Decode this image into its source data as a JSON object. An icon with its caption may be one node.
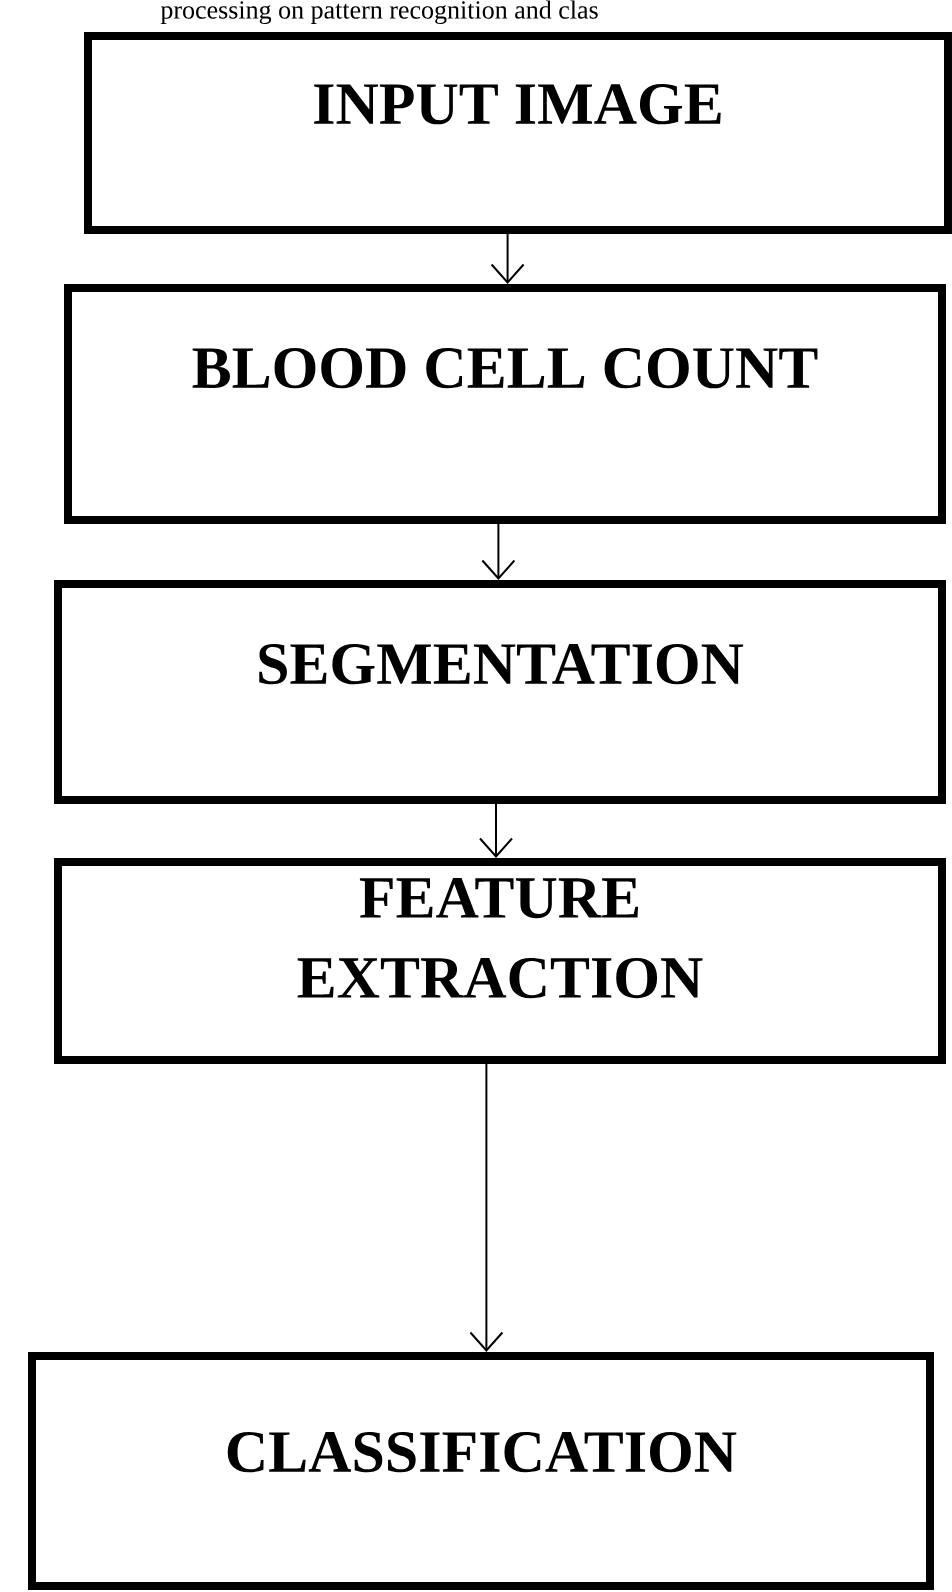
{
  "diagram": {
    "nodes": [
      {
        "text": [
          "INPUT IMAGE"
        ]
      },
      {
        "text": [
          "BLOOD CELL COUNT"
        ]
      },
      {
        "text": [
          "SEGMENTATION"
        ]
      },
      {
        "text": [
          "FEATURE EXTRACTION"
        ]
      },
      {
        "text": [
          "CLASSIFICATION"
        ]
      }
    ],
    "edges": [
      {
        "from": 0,
        "to": 1,
        "arrow": "to"
      },
      {
        "from": 1,
        "to": 2,
        "arrow": "to"
      },
      {
        "from": 2,
        "to": 3,
        "arrow": "to"
      },
      {
        "from": 3,
        "to": 4,
        "arrow": "to"
      }
    ],
    "labels": [
      "processing on pattern recognition and clas"
    ]
  }
}
